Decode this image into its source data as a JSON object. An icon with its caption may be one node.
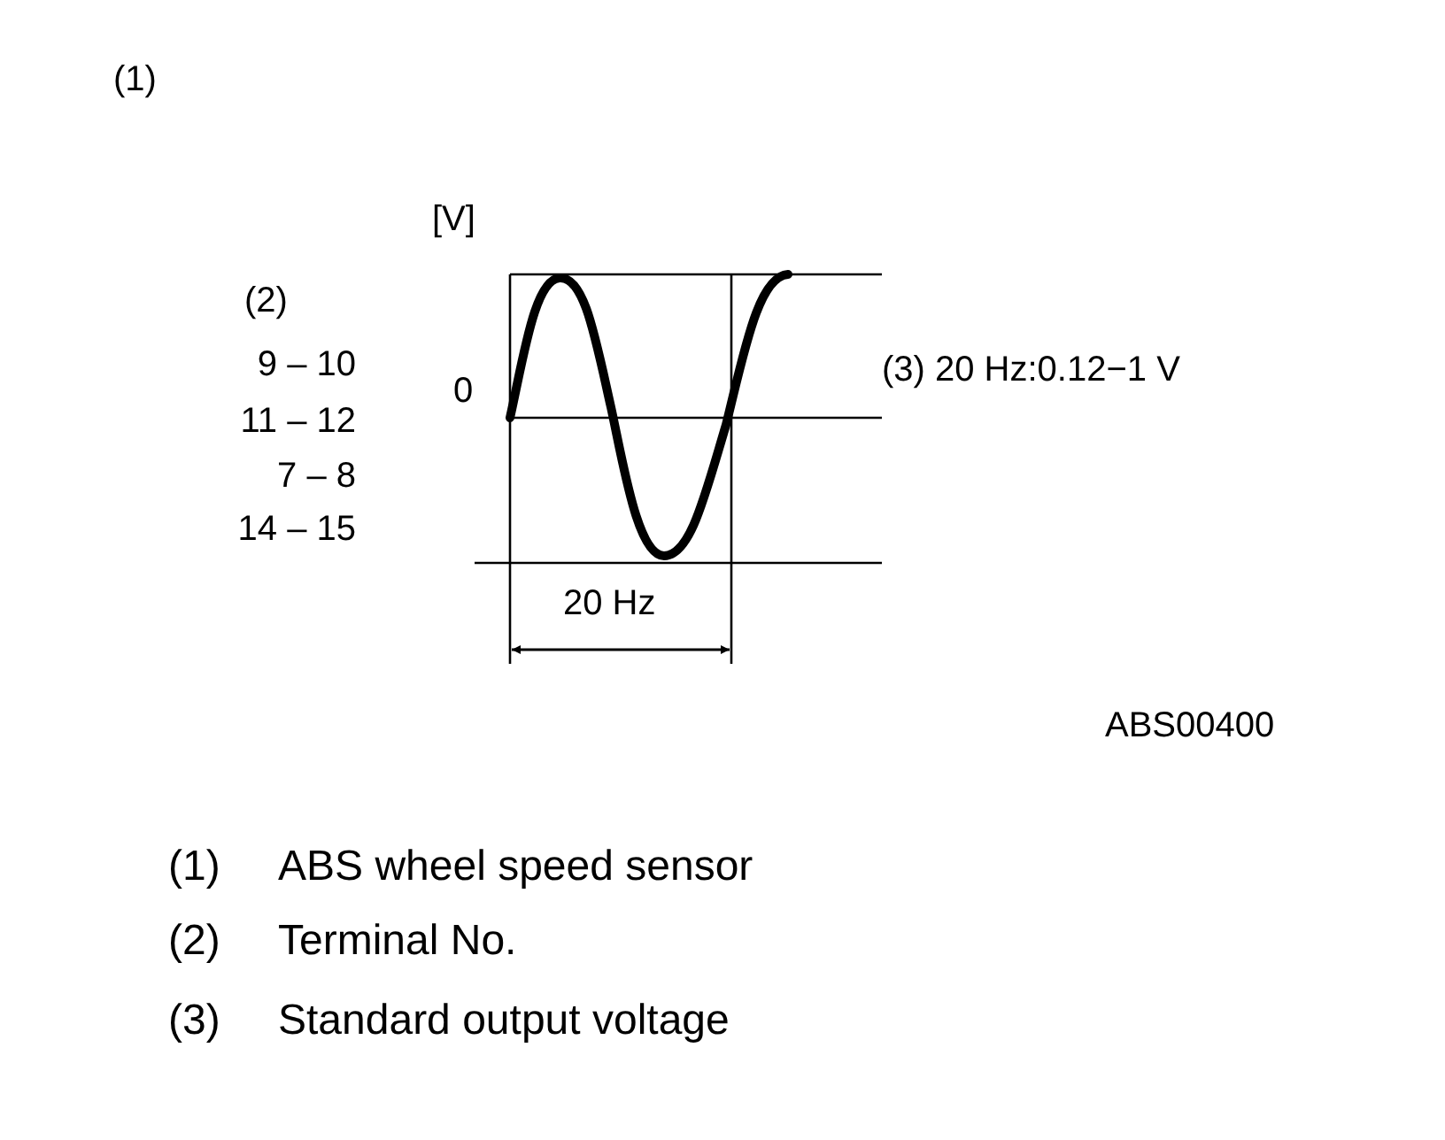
{
  "diagram": {
    "labels": [
      "(1)",
      "[V]",
      "(2)",
      "9 – 10",
      "11 – 12",
      "7 – 8",
      "14 – 15",
      "0",
      "(3) 20 Hz:0.12−1 V",
      "20 Hz",
      "ABS00400",
      "(1)",
      "ABS wheel speed sensor",
      "(2)",
      "Terminal No.",
      "(3)",
      "Standard output voltage"
    ]
  }
}
